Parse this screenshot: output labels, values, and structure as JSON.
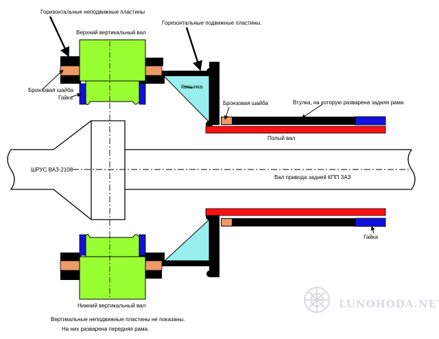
{
  "labels": {
    "horizontal_fixed_plates": "Горизонтальные неподвижные пластины",
    "upper_vertical_shaft": "Верхний вертикальный вал",
    "horizontal_moving_plates": "Горизонтальные подвижные пластины.",
    "gusset": "Косынка",
    "bronze_washer_left": "Бронзовая шайба",
    "nut_left": "Гайка",
    "bronze_washer_right": "Бронзовая шайба",
    "bushing": "Втулка, на которую разварена задняя рама",
    "hollow_shaft": "Полый вал",
    "cv_joint": "ШРУС ВАЗ-2108",
    "drive_shaft": "Вал привода задней КПП ЗАЗ",
    "nut_right": "Гайка",
    "lower_vertical_shaft": "Нижний вертикальный вал",
    "note_line1": "Вертикальные неподвижные пластины не показаны.",
    "note_line2": "На них разварена передняя рама."
  },
  "watermark": "LUNOHODA.NET",
  "colors": {
    "shaft_green": "#99ff33",
    "bronze": "#ee9966",
    "blue": "#1111dd",
    "red": "#ff1111",
    "gusset_cyan": "#99eeee",
    "black": "#000000",
    "watermark": "#d8dbe2"
  }
}
